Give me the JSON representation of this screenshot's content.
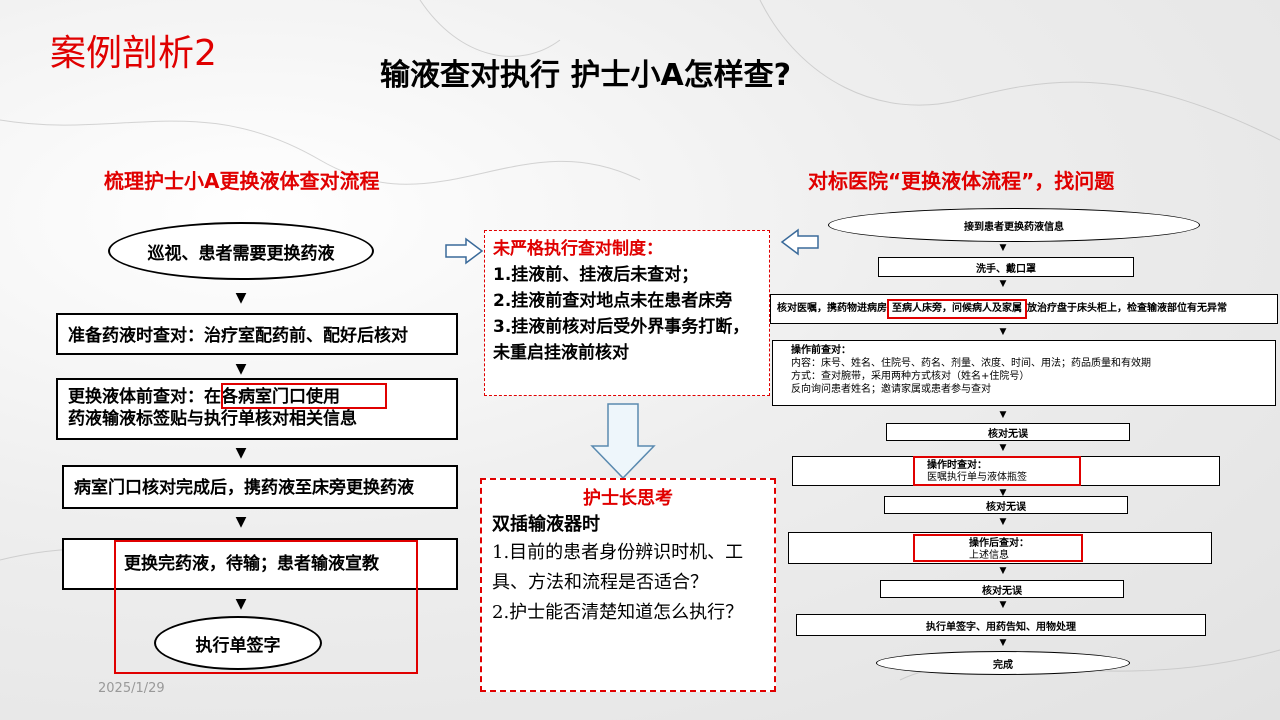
{
  "header": {
    "case_label": "案例剖析2",
    "title": "输液查对执行  护士小A怎样查?"
  },
  "left": {
    "heading": "梳理护士小A更换液体查对流程",
    "start": "巡视、患者需要更换药液",
    "step1": "准备药液时查对：治疗室配药前、配好后核对",
    "step2_a": "更换液体前查对：",
    "step2_b": "在各病室门口使用",
    "step2_c": "药液输液标签贴与执行单核对相关信息",
    "step3": "病室门口核对完成后，携药液至床旁更换药液",
    "step4": "更换完药液，待输；患者输液宣教",
    "end": "执行单签字"
  },
  "middle": {
    "problem_title": "未严格执行查对制度：",
    "problem_items": [
      "1.挂液前、挂液后未查对；",
      "2.挂液前查对地点未在患者床旁",
      "3.挂液前核对后受外界事务打断，未重启挂液前核对"
    ],
    "think_title": "护士长思考",
    "think_sub": "双插输液器时",
    "think_items": [
      "1.目前的患者身份辨识时机、工具、方法和流程是否适合？",
      "2.护士能否清楚知道怎么执行？"
    ]
  },
  "right": {
    "heading": "对标医院“更换液体流程”，找问题",
    "f1": "接到患者更换药液信息",
    "f2": "洗手、戴口罩",
    "f3_a": "核对医嘱，携药物进病房",
    "f3_b": "至病人床旁，问候病人及家属",
    "f3_c": "放治疗盘于床头柜上，检查输液部位有无异常",
    "f4_title": "操作前查对：",
    "f4_lines": [
      "内容：床号、姓名、住院号、药名、剂量、浓度、时间、用法；药品质量和有效期",
      "方式：查对腕带，采用两种方式核对（姓名+住院号）",
      "反向询问患者姓名；邀请家属或患者参与查对"
    ],
    "f5": "核对无误",
    "f6_title": "操作时查对：",
    "f6_sub": "医嘱执行单与液体瓶签",
    "f7": "核对无误",
    "f8_title": "操作后查对：",
    "f8_sub": "上述信息",
    "f9": "核对无误",
    "f10": "执行单签字、用药告知、用物处理",
    "f11": "完成"
  },
  "footer": {
    "date": "2025/1/29"
  },
  "colors": {
    "accent_red": "#e00000"
  }
}
